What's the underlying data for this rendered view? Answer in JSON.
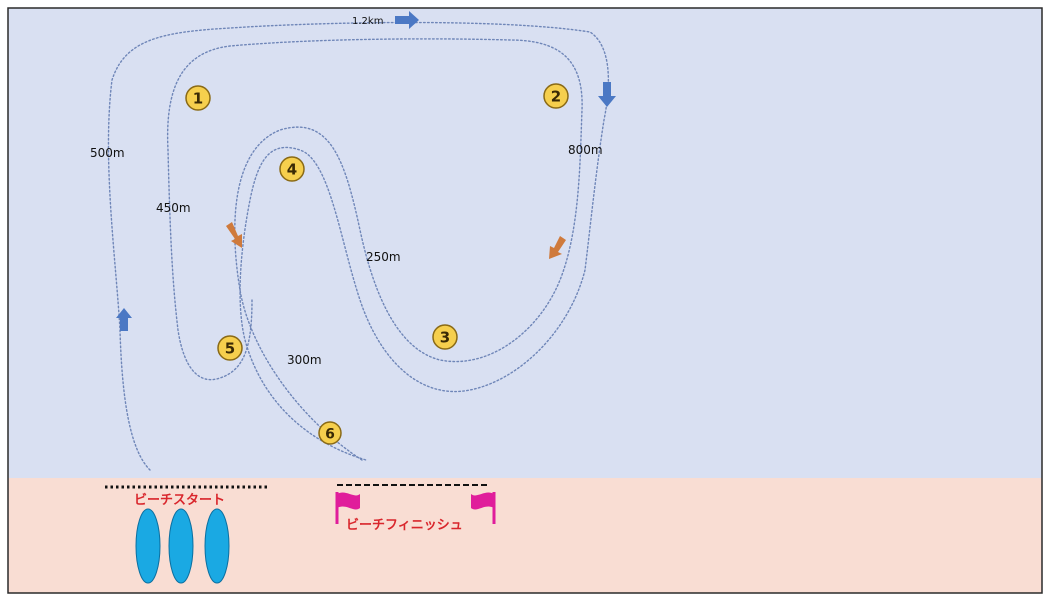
{
  "colors": {
    "sea": "#d9e0f2",
    "beach": "#f9ddd3",
    "frame": "#2a2a2a",
    "route": "#6f86b8",
    "buoy_fill": "#f6cf4d",
    "buoy_stroke": "#8a6a16",
    "arrow_blue": "#4b78c4",
    "arrow_orange": "#cf7a3c",
    "start_label": "#d9262c",
    "flag": "#e01d9b",
    "board": "#1aa9e3"
  },
  "distances": {
    "d_1200": "1.2km",
    "d_500": "500m",
    "d_800": "800m",
    "d_450": "450m",
    "d_250": "250m",
    "d_300": "300m"
  },
  "buoys": [
    "1",
    "2",
    "3",
    "4",
    "5",
    "6"
  ],
  "beach": {
    "start_label": "ビーチスタート",
    "finish_label": "ビーチフィニッシュ"
  },
  "icons": {
    "buoy": "numbered-buoy-icon",
    "blue_arrow": "blue-direction-arrow-icon",
    "orange_arrow": "orange-direction-arrow-icon",
    "flag": "finish-flag-icon",
    "board": "paddle-board-icon"
  }
}
